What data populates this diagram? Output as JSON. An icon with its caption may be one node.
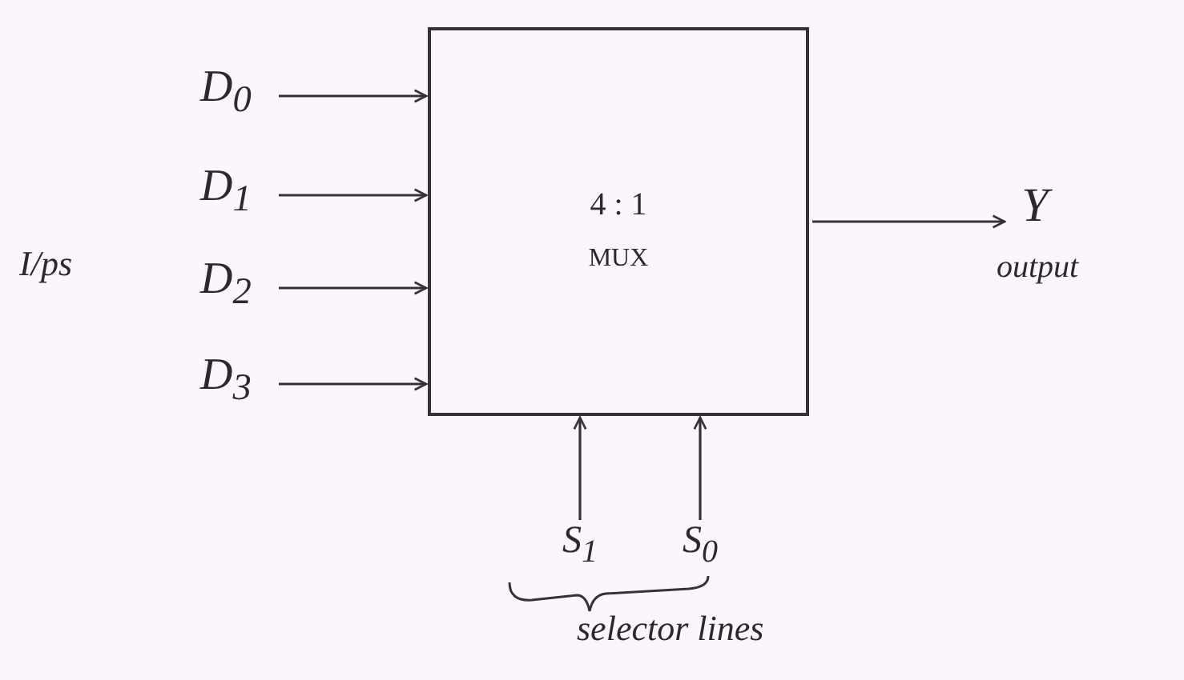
{
  "diagram": {
    "nodes": [
      {
        "text": [
          "D$_{0}$"
        ]
      },
      {
        "text": [
          "D$_{1}$"
        ]
      },
      {
        "text": [
          "D$_{2}$"
        ]
      },
      {
        "text": [
          "D$_{3}$"
        ]
      },
      {
        "text": [
          "4 : 1",
          "MUX"
        ]
      },
      {
        "text": [
          "Y"
        ],
        "beside": [
          "output"
        ]
      },
      {
        "text": [
          "S$_{1}$"
        ]
      },
      {
        "text": [
          "S$_{0}$"
        ]
      }
    ],
    "edges": [
      {
        "from": 0,
        "to": 4,
        "arrow": "to"
      },
      {
        "from": 1,
        "to": 4,
        "arrow": "to"
      },
      {
        "from": 2,
        "to": 4,
        "arrow": "to"
      },
      {
        "from": 3,
        "to": 4,
        "arrow": "to"
      },
      {
        "from": 4,
        "to": 5,
        "arrow": "to"
      },
      {
        "from": 6,
        "to": 4,
        "arrow": "to"
      },
      {
        "from": 7,
        "to": 4,
        "arrow": "to"
      }
    ],
    "labels": [
      "I/ps",
      "selector lines"
    ]
  }
}
